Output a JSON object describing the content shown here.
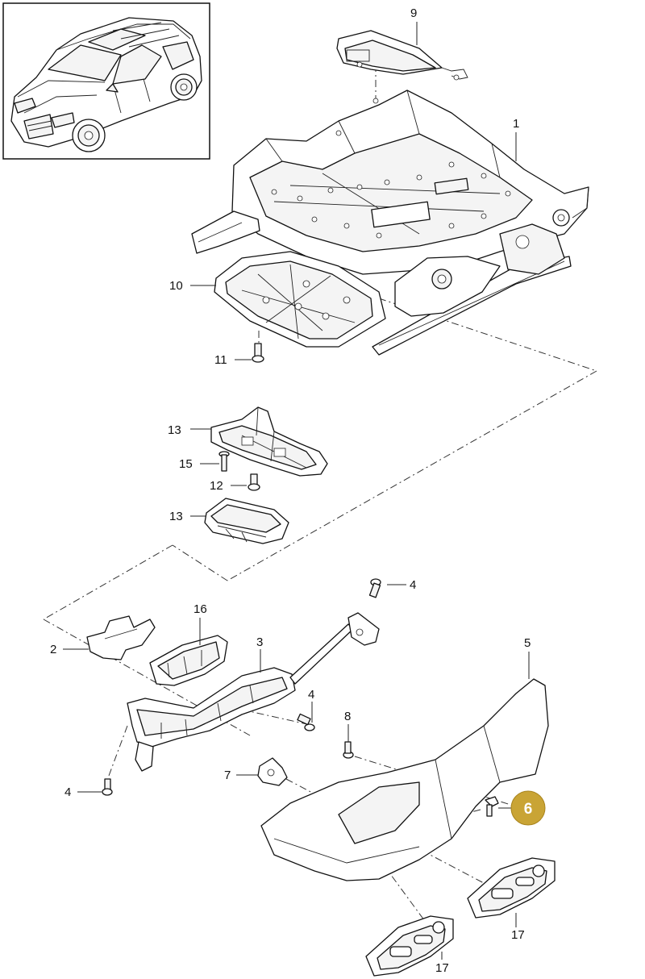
{
  "diagram": {
    "callouts": [
      {
        "id": "1",
        "label": "1"
      },
      {
        "id": "2",
        "label": "2"
      },
      {
        "id": "3",
        "label": "3"
      },
      {
        "id": "4a",
        "label": "4"
      },
      {
        "id": "4b",
        "label": "4"
      },
      {
        "id": "4c",
        "label": "4"
      },
      {
        "id": "5",
        "label": "5"
      },
      {
        "id": "6",
        "label": "6",
        "highlighted": true
      },
      {
        "id": "7",
        "label": "7"
      },
      {
        "id": "8",
        "label": "8"
      },
      {
        "id": "9",
        "label": "9"
      },
      {
        "id": "10",
        "label": "10"
      },
      {
        "id": "11",
        "label": "11"
      },
      {
        "id": "12",
        "label": "12"
      },
      {
        "id": "13a",
        "label": "13"
      },
      {
        "id": "13b",
        "label": "13"
      },
      {
        "id": "15",
        "label": "15"
      },
      {
        "id": "16",
        "label": "16"
      },
      {
        "id": "17a",
        "label": "17"
      },
      {
        "id": "17b",
        "label": "17"
      }
    ],
    "highlight_color": "#c9a435",
    "inset": {
      "icon": "vehicle-suv-icon"
    }
  }
}
